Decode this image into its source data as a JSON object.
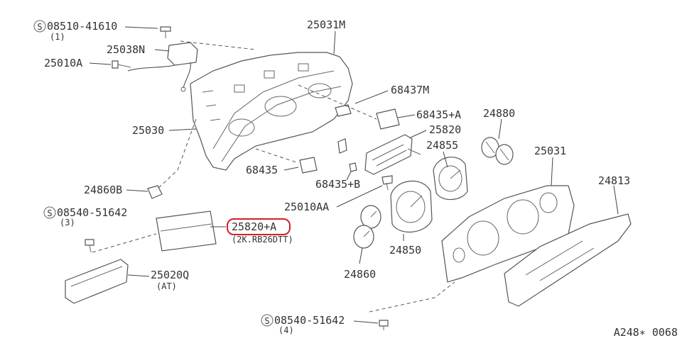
{
  "diagram": {
    "footer_ref": "A248∗ 0068",
    "screw_symbol": "S",
    "highlight_color": "#d0202a",
    "line_color": "#555555",
    "text_color": "#333333",
    "labels": {
      "screw_top": "08510-41610",
      "screw_top_qty": "(1)",
      "p25038n": "25038N",
      "p25010a": "25010A",
      "p25031m": "25031M",
      "p25030": "25030",
      "p68437m": "68437M",
      "p68435a": "68435+A",
      "p24880": "24880",
      "p25820": "25820",
      "p24855": "24855",
      "p25031": "25031",
      "p24813": "24813",
      "p68435": "68435",
      "p68435b": "68435+B",
      "p24860b": "24860B",
      "screw_mid": "08540-51642",
      "screw_mid_qty": "(3)",
      "p25820a": "25820+A",
      "p25820a_note": "(2K.RB26DTT)",
      "p25010aa": "25010AA",
      "p24850": "24850",
      "p24860": "24860",
      "p25020q": "25020Q",
      "p25020q_note": "(AT)",
      "screw_bot": "08540-51642",
      "screw_bot_qty": "(4)"
    }
  }
}
